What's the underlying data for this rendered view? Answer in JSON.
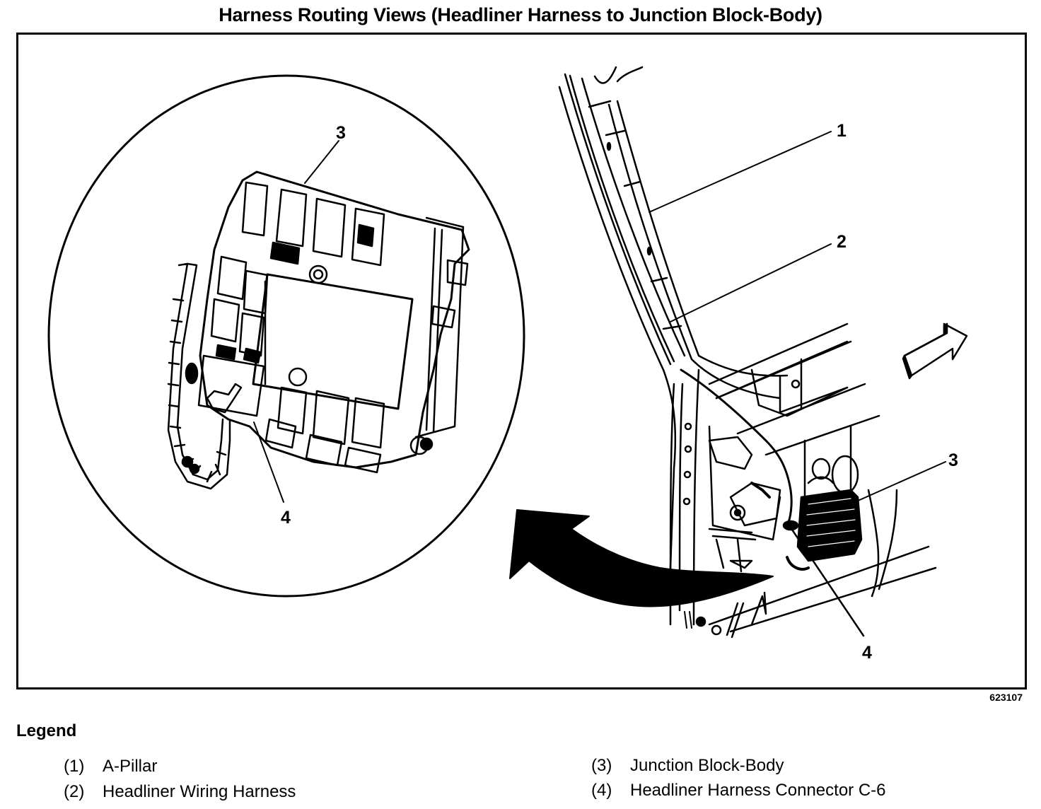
{
  "title": "Harness Routing Views (Headliner Harness to Junction Block-Body)",
  "figure_number": "623107",
  "diagram": {
    "detail_view": {
      "callouts": [
        {
          "number": "3",
          "refers_to": "Junction Block-Body"
        },
        {
          "number": "4",
          "refers_to": "Headliner Harness Connector C-6"
        }
      ]
    },
    "vehicle_view": {
      "callouts": [
        {
          "number": "1",
          "refers_to": "A-Pillar"
        },
        {
          "number": "2",
          "refers_to": "Headliner Wiring Harness"
        },
        {
          "number": "3",
          "refers_to": "Junction Block-Body"
        },
        {
          "number": "4",
          "refers_to": "Headliner Harness Connector C-6"
        }
      ]
    },
    "arrows": [
      {
        "name": "detail-view-arrow",
        "meaning": "points from vehicle location to enlarged view"
      },
      {
        "name": "vehicle-front-arrow",
        "meaning": "front of vehicle direction"
      }
    ]
  },
  "legend": {
    "title": "Legend",
    "items": [
      {
        "num": "(1)",
        "label": "A-Pillar"
      },
      {
        "num": "(2)",
        "label": "Headliner Wiring Harness"
      },
      {
        "num": "(3)",
        "label": "Junction Block-Body"
      },
      {
        "num": "(4)",
        "label": "Headliner Harness Connector C-6"
      }
    ]
  }
}
